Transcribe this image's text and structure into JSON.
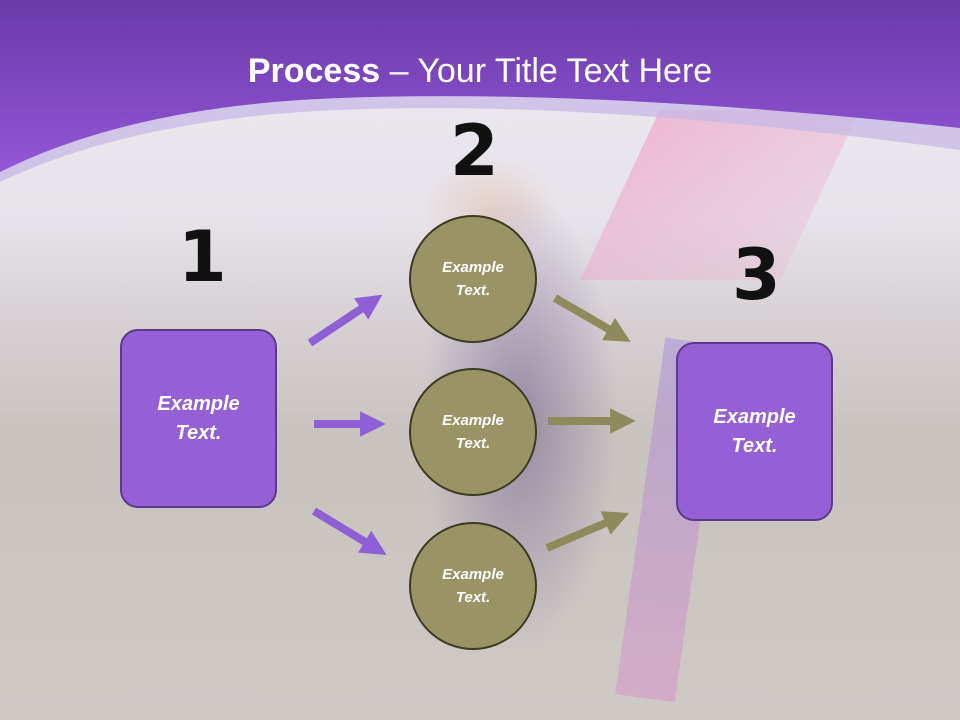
{
  "header": {
    "title_bold": "Process",
    "title_rest": " – Your Title Text Here",
    "color": "#8a4fd1"
  },
  "steps": {
    "one": {
      "number": "1",
      "line1": "Example",
      "line2": "Text."
    },
    "two": {
      "number": "2"
    },
    "three": {
      "number": "3",
      "line1": "Example",
      "line2": "Text."
    }
  },
  "circles": [
    {
      "line1": "Example",
      "line2": "Text."
    },
    {
      "line1": "Example",
      "line2": "Text."
    },
    {
      "line1": "Example",
      "line2": "Text."
    }
  ],
  "colors": {
    "box_fill": "#9560d6",
    "circle_fill": "#999366",
    "arrow_purple": "#8f5fd6",
    "arrow_olive": "#8e8a5c"
  }
}
